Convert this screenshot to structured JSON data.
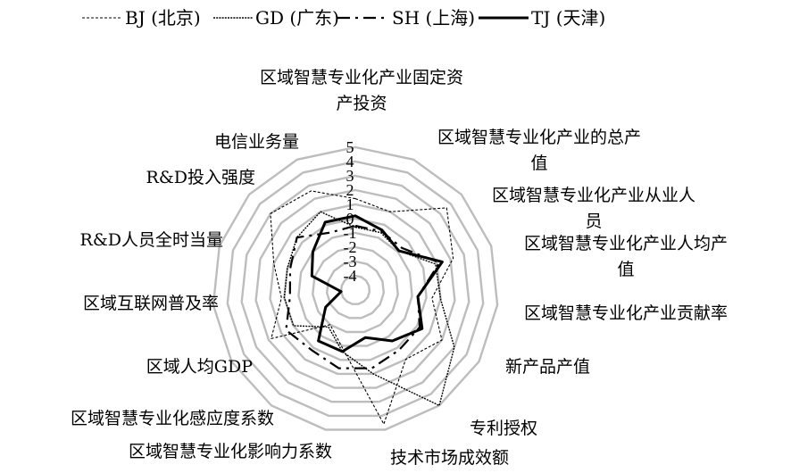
{
  "chart_data": {
    "type": "radar",
    "axes": [
      "区域智慧专业化产业固定资产投资",
      "区域智慧专业化产业的总产值",
      "区域智慧专业化产业从业人员",
      "区域智慧专业化产业人均产值",
      "区域智慧专业化产业贡献率",
      "新产品产值",
      "专利授权",
      "技术市场成效额",
      "区域智慧专业化影响力系数",
      "区域智慧专业化感应度系数",
      "区域人均GDP",
      "区域互联网普及率",
      "R&D人员全时当量",
      "R&D投入强度",
      "电信业务量"
    ],
    "axis_label_lines": [
      [
        "区域智慧专业化产业固定资",
        "产投资"
      ],
      [
        "区域智慧专业化产业的总产",
        "值"
      ],
      [
        "区域智慧专业化产业从业人",
        "员"
      ],
      [
        "区域智慧专业化产业人均产",
        "值"
      ],
      [
        "区域智慧专业化产业贡献率"
      ],
      [
        "新产品产值"
      ],
      [
        "专利授权"
      ],
      [
        "技术市场成效额"
      ],
      [
        "区域智慧专业化影响力系数"
      ],
      [
        "区域智慧专业化感应度系数"
      ],
      [
        "区域人均GDP"
      ],
      [
        "区域互联网普及率"
      ],
      [
        "R&D人员全时当量"
      ],
      [
        "R&D投入强度"
      ],
      [
        "电信业务量"
      ]
    ],
    "ticks": [
      "-4",
      "-3",
      "-2",
      "-1",
      "0",
      "1",
      "2",
      "3",
      "4",
      "5"
    ],
    "rlim": [
      -5,
      5
    ],
    "grid": true,
    "legend_position": "top",
    "series": [
      {
        "name": "BJ (北京)",
        "style": "dotted-thin",
        "color": "#000000",
        "values": [
          1.4,
          1.0,
          3.6,
          2.2,
          0.4,
          2.0,
          1.0,
          4.6,
          -0.8,
          -2.0,
          1.8,
          0.2,
          1.0,
          3.0,
          2.6
        ]
      },
      {
        "name": "GD (广东)",
        "style": "dotted-dense",
        "color": "#000000",
        "values": [
          -0.6,
          -0.6,
          -0.9,
          0.9,
          1.0,
          3.0,
          5.0,
          1.0,
          -0.6,
          -1.8,
          0.0,
          0.0,
          0.0,
          0.5,
          1.0
        ]
      },
      {
        "name": "SH (上海)",
        "style": "dash-dot",
        "color": "#000000",
        "values": [
          -0.5,
          -0.5,
          -0.6,
          1.2,
          -0.6,
          0.2,
          0.2,
          0.6,
          0.6,
          0.2,
          0.6,
          -0.4,
          -0.2,
          0.5,
          -0.6
        ]
      },
      {
        "name": "TJ (天津)",
        "style": "solid-thick",
        "color": "#000000",
        "values": [
          0.2,
          -0.4,
          -0.9,
          1.4,
          -0.6,
          0.4,
          -0.6,
          -1.6,
          -0.6,
          -0.6,
          -2.6,
          -4.0,
          -1.8,
          -1.0,
          0.2
        ]
      }
    ]
  }
}
